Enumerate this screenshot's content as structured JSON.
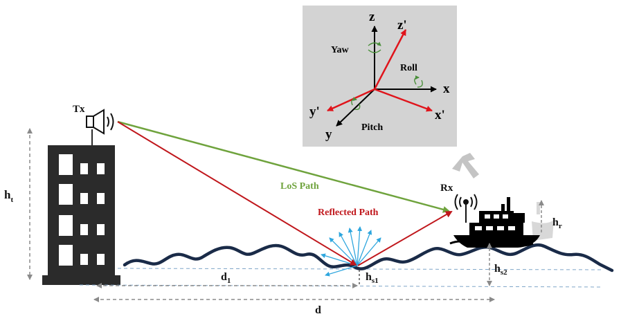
{
  "colors": {
    "los": "#6fa33d",
    "reflected": "#c0171c",
    "scatter": "#2ea6de",
    "wave": "#1a2b48",
    "building": "#2b2b2b",
    "dim": "#8a8a8a",
    "inset_bg": "#d3d3d3",
    "rotation": "#4a8f3a"
  },
  "labels": {
    "tx": "Tx",
    "rx": "Rx",
    "los_path": "LoS Path",
    "reflected_path": "Reflected Path",
    "ht_main": "h",
    "ht_sub": "t",
    "hr_main": "h",
    "hr_sub": "r",
    "hs1_main": "h",
    "hs1_sub": "s1",
    "hs2_main": "h",
    "hs2_sub": "s2",
    "d1_main": "d",
    "d1_sub": "1",
    "d": "d"
  },
  "inset": {
    "z": "z",
    "z_prime": "z'",
    "x": "x",
    "x_prime": "x'",
    "y": "y",
    "y_prime": "y'",
    "yaw": "Yaw",
    "roll": "Roll",
    "pitch": "Pitch"
  },
  "icons": {
    "transmitter": "speaker-icon",
    "receiver": "antenna-icon",
    "ship": "ship-icon",
    "building": "building-icon"
  }
}
